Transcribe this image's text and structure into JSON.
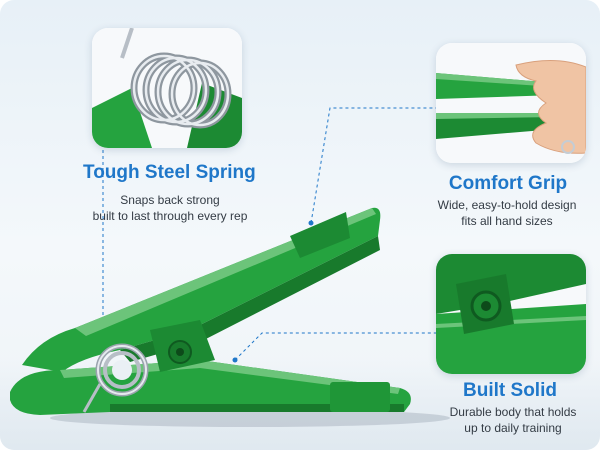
{
  "features": {
    "spring": {
      "title": "Tough Steel Spring",
      "description_line1": "Snaps back strong",
      "description_line2": "built to last through every rep"
    },
    "grip": {
      "title": "Comfort Grip",
      "description_line1": "Wide, easy-to-hold design",
      "description_line2": "fits all hand sizes"
    },
    "solid": {
      "title": "Built Solid",
      "description_line1": "Durable body that holds",
      "description_line2": "up to daily training"
    }
  },
  "colors": {
    "accent_blue": "#1f77c9",
    "body_green": "#25a33f",
    "dark_green": "#187a2c",
    "text_gray": "#333b44",
    "spring_steel": "#c9cfd6"
  }
}
